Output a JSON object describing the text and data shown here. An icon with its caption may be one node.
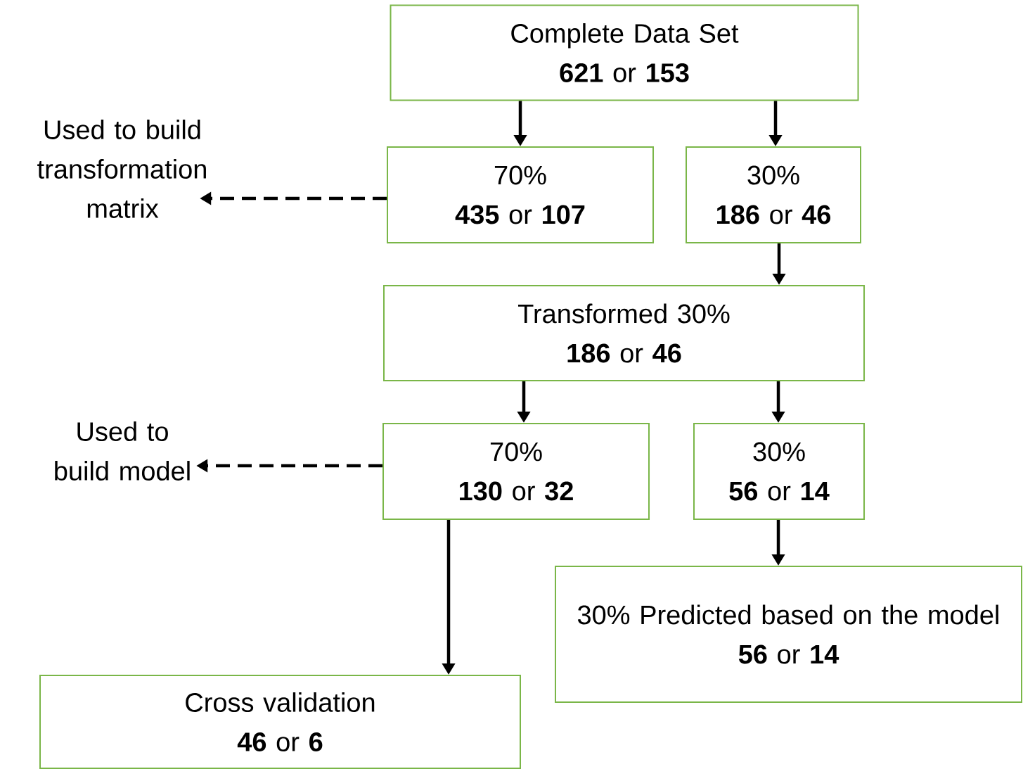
{
  "diagram": {
    "nodes": [
      {
        "text": [
          "Complete Data Set",
          "**621** or **153**"
        ]
      },
      {
        "text": [
          "70%",
          "**435** or **107**"
        ]
      },
      {
        "text": [
          "30%",
          "**186** or **46**"
        ]
      },
      {
        "text": [
          "Transformed 30%",
          "**186** or **46**"
        ]
      },
      {
        "text": [
          "70%",
          "**130** or **32**"
        ]
      },
      {
        "text": [
          "30%",
          "**56** or **14**"
        ]
      },
      {
        "text": [
          "30% Predicted based on the model",
          "**56** or **14**"
        ]
      },
      {
        "text": [
          "Cross validation",
          "**46** or **6**"
        ]
      },
      {
        "text": [
          "Used to build transformation matrix"
        ]
      },
      {
        "text": [
          "Used to build model"
        ]
      }
    ],
    "edges": [
      {
        "from": 0,
        "to": 1,
        "arrow": "to"
      },
      {
        "from": 0,
        "to": 2,
        "arrow": "to"
      },
      {
        "from": 2,
        "to": 3,
        "arrow": "to"
      },
      {
        "from": 3,
        "to": 4,
        "arrow": "to"
      },
      {
        "from": 3,
        "to": 5,
        "arrow": "to"
      },
      {
        "from": 5,
        "to": 6,
        "arrow": "to"
      },
      {
        "from": 4,
        "to": 7,
        "arrow": "to"
      },
      {
        "from": 1,
        "to": 8,
        "arrow": "to",
        "style": "dashed"
      },
      {
        "from": 4,
        "to": 9,
        "arrow": "to",
        "style": "dashed"
      }
    ]
  }
}
